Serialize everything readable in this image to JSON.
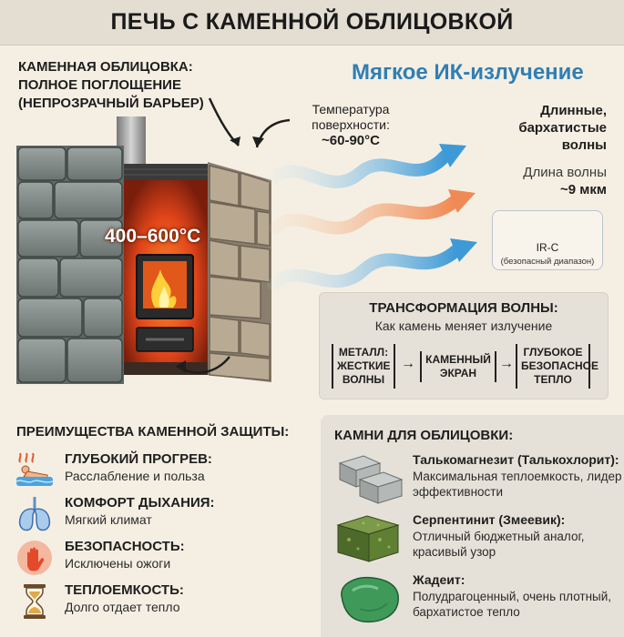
{
  "title": "ПЕЧЬ С КАМЕННОЙ ОБЛИЦОВКОЙ",
  "cladding": {
    "line1": "КАМЕННАЯ ОБЛИЦОВКА:",
    "line2": "ПОЛНОЕ ПОГЛОЩЕНИЕ",
    "line3": "(НЕПРОЗРАЧНЫЙ БАРЬЕР)"
  },
  "inner_temp": "400–600°C",
  "surface_temp": {
    "line1": "Температура",
    "line2": "поверхности:",
    "value": "~60-90°C"
  },
  "ir_title": "Мягкое ИК-излучение",
  "long_waves": {
    "line1": "Длинные,",
    "line2": "бархатистые",
    "line3": "волны"
  },
  "wavelength": {
    "label": "Длина волны",
    "value": "~9 мкм"
  },
  "irc": {
    "label": "IR-C",
    "sub": "(безопасный диапазон)"
  },
  "transform": {
    "title": "ТРАНСФОРМАЦИЯ ВОЛНЫ:",
    "subtitle": "Как камень меняет излучение",
    "steps": [
      {
        "l1": "МЕТАЛЛ:",
        "l2": "ЖЕСТКИЕ",
        "l3": "ВОЛНЫ"
      },
      {
        "l1": "КАМЕННЫЙ",
        "l2": "ЭКРАН"
      },
      {
        "l1": "ГЛУБОКОЕ",
        "l2": "БЕЗОПАСНОЕ",
        "l3": "ТЕПЛО"
      }
    ],
    "arrow": "→"
  },
  "benefits": {
    "title": "ПРЕИМУЩЕСТВА КАМЕННОЙ ЗАЩИТЫ:",
    "items": [
      {
        "icon": "spa-bath-icon",
        "title": "ГЛУБОКИЙ ПРОГРЕВ:",
        "text": "Расслабление и польза"
      },
      {
        "icon": "lungs-icon",
        "title": "КОМФОРТ ДЫХАНИЯ:",
        "text": "Мягкий климат"
      },
      {
        "icon": "burn-hand-icon",
        "title": "БЕЗОПАСНОСТЬ:",
        "text": "Исключены ожоги"
      },
      {
        "icon": "hourglass-icon",
        "title": "ТЕПЛОЕМКОСТЬ:",
        "text": "Долго отдает тепло"
      }
    ]
  },
  "stones": {
    "title": "КАМНИ ДЛЯ ОБЛИЦОВКИ:",
    "items": [
      {
        "icon": "talc-blocks-icon",
        "title": "Талькомагнезит (Талькохлорит):",
        "text": "Максимальная теплоемкость, лидер эффективности"
      },
      {
        "icon": "serpentinite-block-icon",
        "title": "Серпентинит (Змеевик):",
        "text": "Отличный бюджетный аналог, красивый узор"
      },
      {
        "icon": "jadeite-stone-icon",
        "title": "Жадеит:",
        "text": "Полудрагоценный, очень плотный, бархатистое тепло"
      }
    ]
  },
  "colors": {
    "ir_blue": "#2f7fb4",
    "wave_hot": "#f2a57a",
    "wave_cool": "#8ec6ea",
    "fire": "#ff7a1a"
  }
}
